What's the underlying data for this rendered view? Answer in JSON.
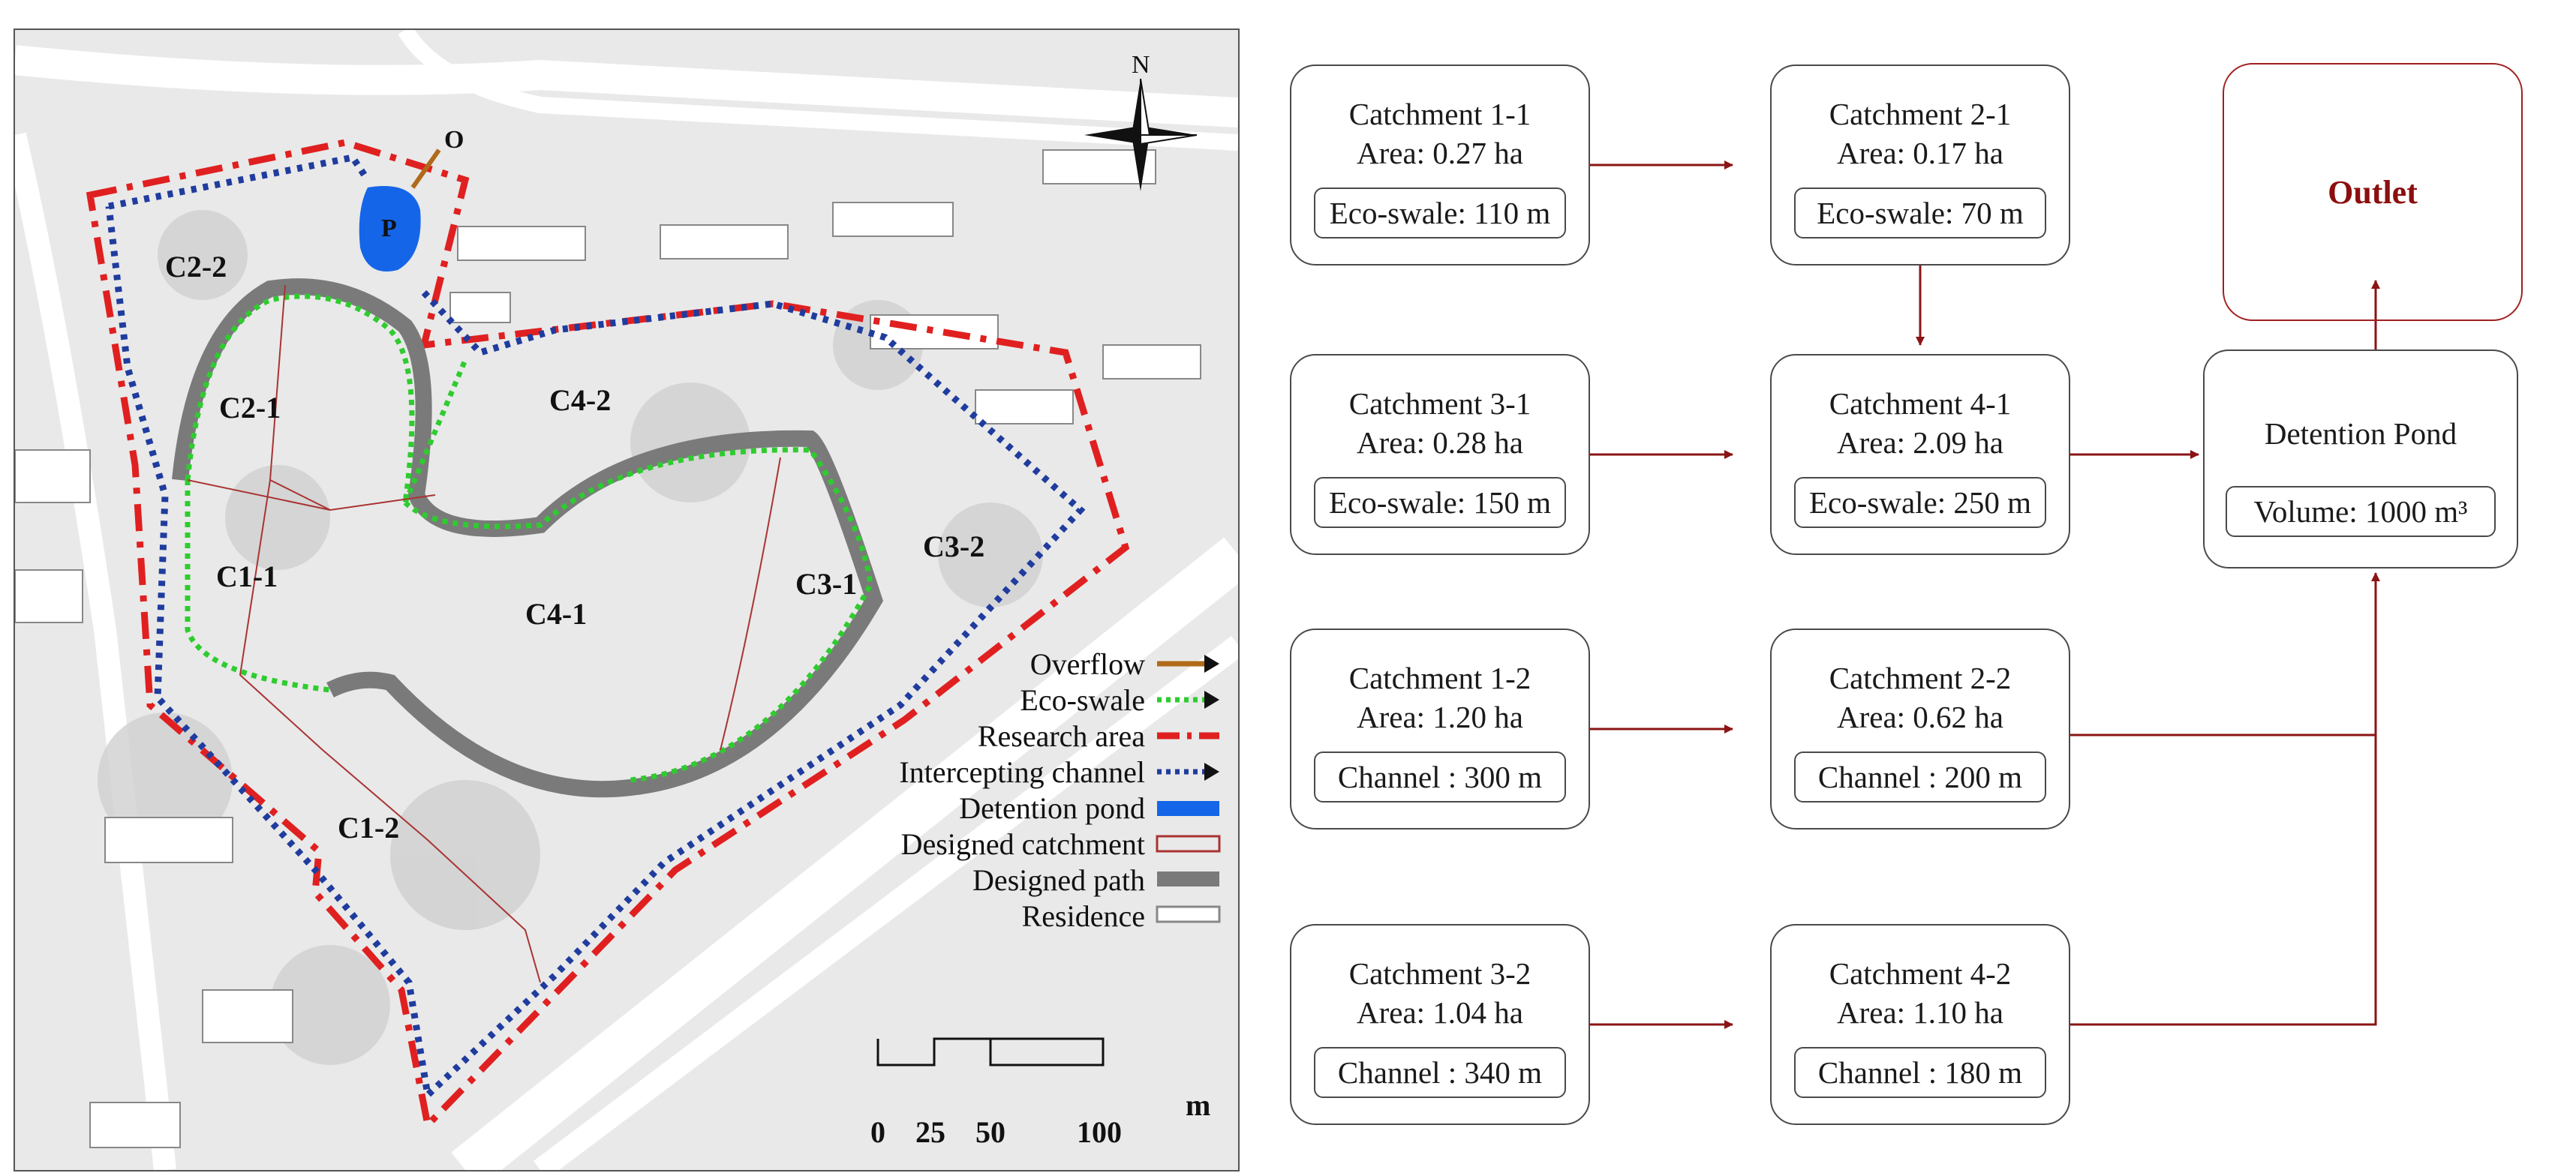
{
  "map": {
    "north_label": "N",
    "outlet_label": "O",
    "pond_label": "P",
    "regions": [
      "C2-2",
      "C2-1",
      "C1-1",
      "C4-2",
      "C4-1",
      "C3-1",
      "C3-2",
      "C1-2"
    ],
    "legend": [
      {
        "label": "Overflow",
        "icon": "overflow-arrow",
        "color": "#b06a1a"
      },
      {
        "label": "Eco-swale",
        "icon": "green-dotted-arrow",
        "color": "#2ecc2e"
      },
      {
        "label": "Research area",
        "icon": "red-dashed-line",
        "color": "#e02020"
      },
      {
        "label": "Intercepting channel",
        "icon": "blue-dotted-arrow",
        "color": "#1f3c9e"
      },
      {
        "label": "Detention pond",
        "icon": "blue-bar",
        "color": "#1565e8"
      },
      {
        "label": "Designed catchment",
        "icon": "thin-red-box",
        "color": "#a33"
      },
      {
        "label": "Designed path",
        "icon": "gray-band",
        "color": "#7a7a7a"
      },
      {
        "label": "Residence",
        "icon": "white-box",
        "color": "#ffffff"
      }
    ],
    "scale": {
      "unit": "m",
      "ticks": [
        "0",
        "25",
        "50",
        "100"
      ]
    }
  },
  "flow": {
    "nodes": [
      {
        "title": "Catchment 1-1",
        "area": "Area: 0.27 ha",
        "spec": "Eco-swale: 110 m"
      },
      {
        "title": "Catchment 2-1",
        "area": "Area:  0.17 ha",
        "spec": "Eco-swale: 70 m"
      },
      {
        "title": "Catchment 3-1",
        "area": "Area: 0.28 ha",
        "spec": "Eco-swale: 150 m"
      },
      {
        "title": "Catchment 4-1",
        "area": "Area: 2.09 ha",
        "spec": "Eco-swale: 250 m"
      },
      {
        "title": "Catchment 1-2",
        "area": "Area: 1.20 ha",
        "spec": "Channel : 300 m"
      },
      {
        "title": "Catchment 2-2",
        "area": "Area: 0.62 ha",
        "spec": "Channel : 200 m"
      },
      {
        "title": "Catchment 3-2",
        "area": "Area: 1.04 ha",
        "spec": "Channel : 340 m"
      },
      {
        "title": "Catchment 4-2",
        "area": "Area: 1.10 ha",
        "spec": "Channel : 180 m"
      }
    ],
    "outlet": "Outlet",
    "pond": {
      "title": "Detention Pond",
      "spec": "Volume: 1000 m³"
    },
    "arrow_color": "#8b1414"
  }
}
